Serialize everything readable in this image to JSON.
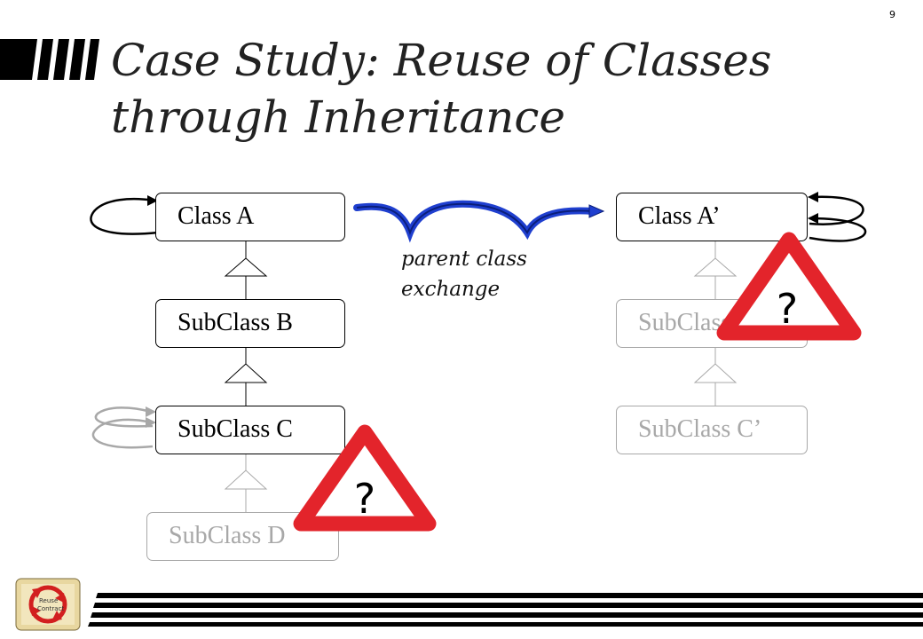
{
  "slide_number": "9",
  "title": {
    "line1": "Case Study: Reuse of Classes",
    "line2": "through Inheritance"
  },
  "left_hierarchy": {
    "class_a": "Class A",
    "subclass_b": "SubClass B",
    "subclass_c": "SubClass C",
    "subclass_d": "SubClass D"
  },
  "right_hierarchy": {
    "class_a_prime": "Class A’",
    "subclass_b_prime": "SubClass B’",
    "subclass_c_prime": "SubClass C’"
  },
  "exchange_label": {
    "line1": "parent class",
    "line2": "exchange"
  },
  "warnings": [
    {
      "symbol": "?"
    },
    {
      "symbol": "?"
    }
  ],
  "colors": {
    "warning_red": "#e3242b",
    "exchange_arrow_blue": "#1f3fcf",
    "faded_gray": "#a8a8a8"
  },
  "icons": [
    "reuse-contract-logo-icon",
    "warning-triangle-icon",
    "self-reference-arrow-icon",
    "inheritance-triangle-icon"
  ]
}
